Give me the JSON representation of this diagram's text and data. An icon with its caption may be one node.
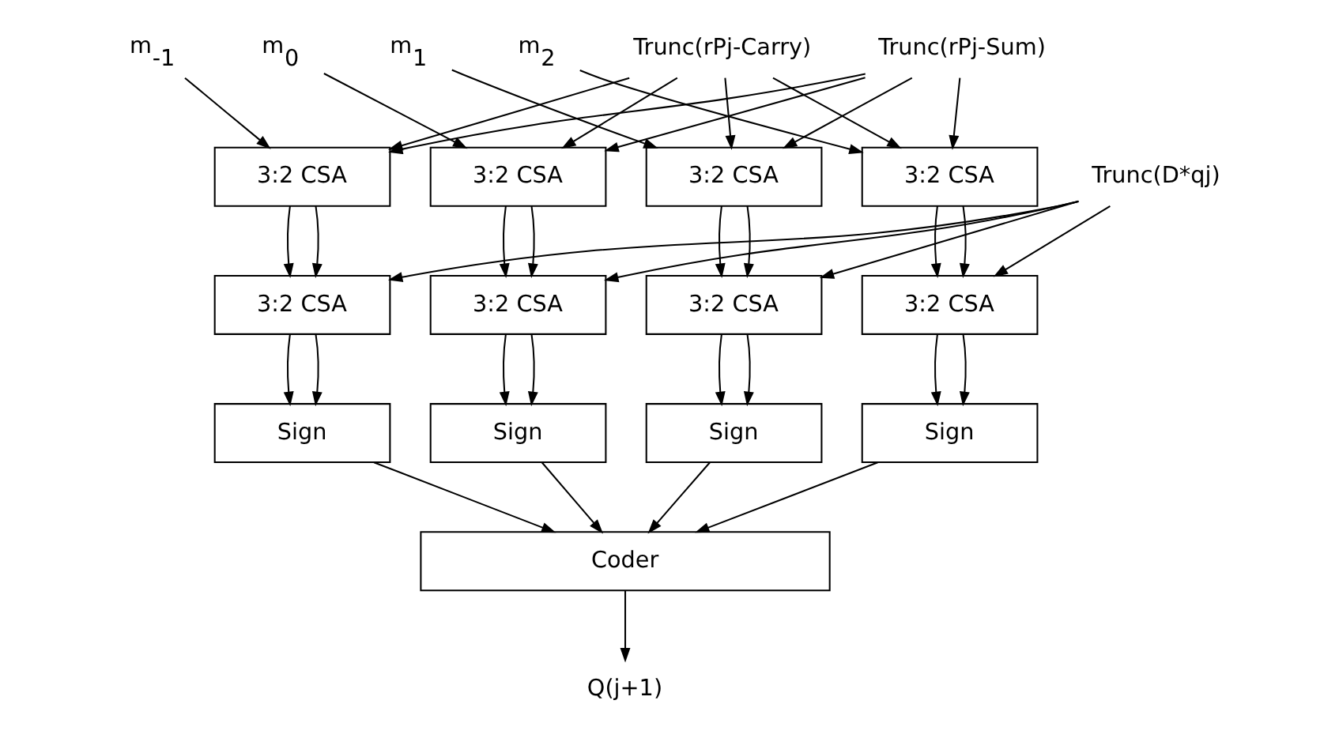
{
  "diagram": {
    "nodes": [
      {
        "text": [
          "m$_{-1}$"
        ]
      },
      {
        "text": [
          "m$_{0}$"
        ]
      },
      {
        "text": [
          "m$_{1}$"
        ]
      },
      {
        "text": [
          "m$_{2}$"
        ]
      },
      {
        "text": [
          "Trunc(rPj-Carry)"
        ]
      },
      {
        "text": [
          "Trunc(rPj-Sum)"
        ]
      },
      {
        "text": [
          "3:2 CSA"
        ]
      },
      {
        "text": [
          "3:2 CSA"
        ]
      },
      {
        "text": [
          "3:2 CSA"
        ]
      },
      {
        "text": [
          "3:2 CSA"
        ]
      },
      {
        "text": [
          "Trunc(D*qj)"
        ]
      },
      {
        "text": [
          "3:2 CSA"
        ]
      },
      {
        "text": [
          "3:2 CSA"
        ]
      },
      {
        "text": [
          "3:2 CSA"
        ]
      },
      {
        "text": [
          "3:2 CSA"
        ]
      },
      {
        "text": [
          "Sign"
        ]
      },
      {
        "text": [
          "Sign"
        ]
      },
      {
        "text": [
          "Sign"
        ]
      },
      {
        "text": [
          "Sign"
        ]
      },
      {
        "text": [
          "Coder"
        ]
      },
      {
        "text": [
          "Q(j+1)"
        ]
      }
    ],
    "edges": [
      {
        "from": 0,
        "to": 6,
        "arrow": "to"
      },
      {
        "from": 4,
        "to": 6,
        "arrow": "to"
      },
      {
        "from": 5,
        "to": 6,
        "arrow": "to"
      },
      {
        "from": 1,
        "to": 7,
        "arrow": "to"
      },
      {
        "from": 4,
        "to": 7,
        "arrow": "to"
      },
      {
        "from": 5,
        "to": 7,
        "arrow": "to"
      },
      {
        "from": 2,
        "to": 8,
        "arrow": "to"
      },
      {
        "from": 4,
        "to": 8,
        "arrow": "to"
      },
      {
        "from": 5,
        "to": 8,
        "arrow": "to"
      },
      {
        "from": 3,
        "to": 9,
        "arrow": "to"
      },
      {
        "from": 4,
        "to": 9,
        "arrow": "to"
      },
      {
        "from": 5,
        "to": 9,
        "arrow": "to"
      },
      {
        "from": 6,
        "to": 11,
        "arrow": "to"
      },
      {
        "from": 6,
        "to": 11,
        "arrow": "to"
      },
      {
        "from": 10,
        "to": 11,
        "arrow": "to"
      },
      {
        "from": 7,
        "to": 12,
        "arrow": "to"
      },
      {
        "from": 7,
        "to": 12,
        "arrow": "to"
      },
      {
        "from": 10,
        "to": 12,
        "arrow": "to"
      },
      {
        "from": 8,
        "to": 13,
        "arrow": "to"
      },
      {
        "from": 8,
        "to": 13,
        "arrow": "to"
      },
      {
        "from": 10,
        "to": 13,
        "arrow": "to"
      },
      {
        "from": 9,
        "to": 14,
        "arrow": "to"
      },
      {
        "from": 9,
        "to": 14,
        "arrow": "to"
      },
      {
        "from": 10,
        "to": 14,
        "arrow": "to"
      },
      {
        "from": 11,
        "to": 15,
        "arrow": "to"
      },
      {
        "from": 11,
        "to": 15,
        "arrow": "to"
      },
      {
        "from": 12,
        "to": 16,
        "arrow": "to"
      },
      {
        "from": 12,
        "to": 16,
        "arrow": "to"
      },
      {
        "from": 13,
        "to": 17,
        "arrow": "to"
      },
      {
        "from": 13,
        "to": 17,
        "arrow": "to"
      },
      {
        "from": 14,
        "to": 18,
        "arrow": "to"
      },
      {
        "from": 14,
        "to": 18,
        "arrow": "to"
      },
      {
        "from": 15,
        "to": 19,
        "arrow": "to"
      },
      {
        "from": 16,
        "to": 19,
        "arrow": "to"
      },
      {
        "from": 17,
        "to": 19,
        "arrow": "to"
      },
      {
        "from": 18,
        "to": 19,
        "arrow": "to"
      },
      {
        "from": 19,
        "to": 20,
        "arrow": "to"
      }
    ]
  }
}
